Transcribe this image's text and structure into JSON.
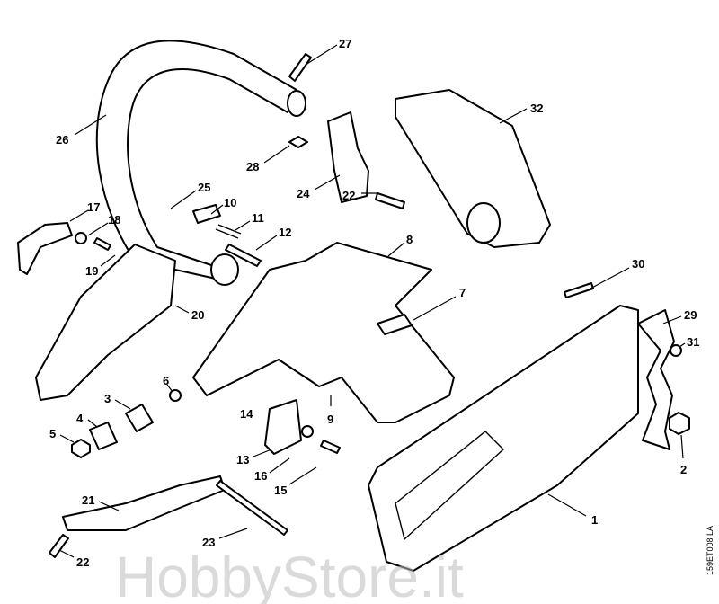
{
  "diagram": {
    "labels": [
      "27",
      "26",
      "32",
      "28",
      "24",
      "25",
      "10",
      "11",
      "22",
      "12",
      "8",
      "17",
      "18",
      "19",
      "20",
      "30",
      "29",
      "31",
      "7",
      "6",
      "3",
      "4",
      "5",
      "9",
      "14",
      "13",
      "16",
      "15",
      "2",
      "1",
      "21",
      "23",
      "22"
    ],
    "watermark": "HobbyStore.it",
    "drawing_code": "159ET008 LÄ"
  }
}
